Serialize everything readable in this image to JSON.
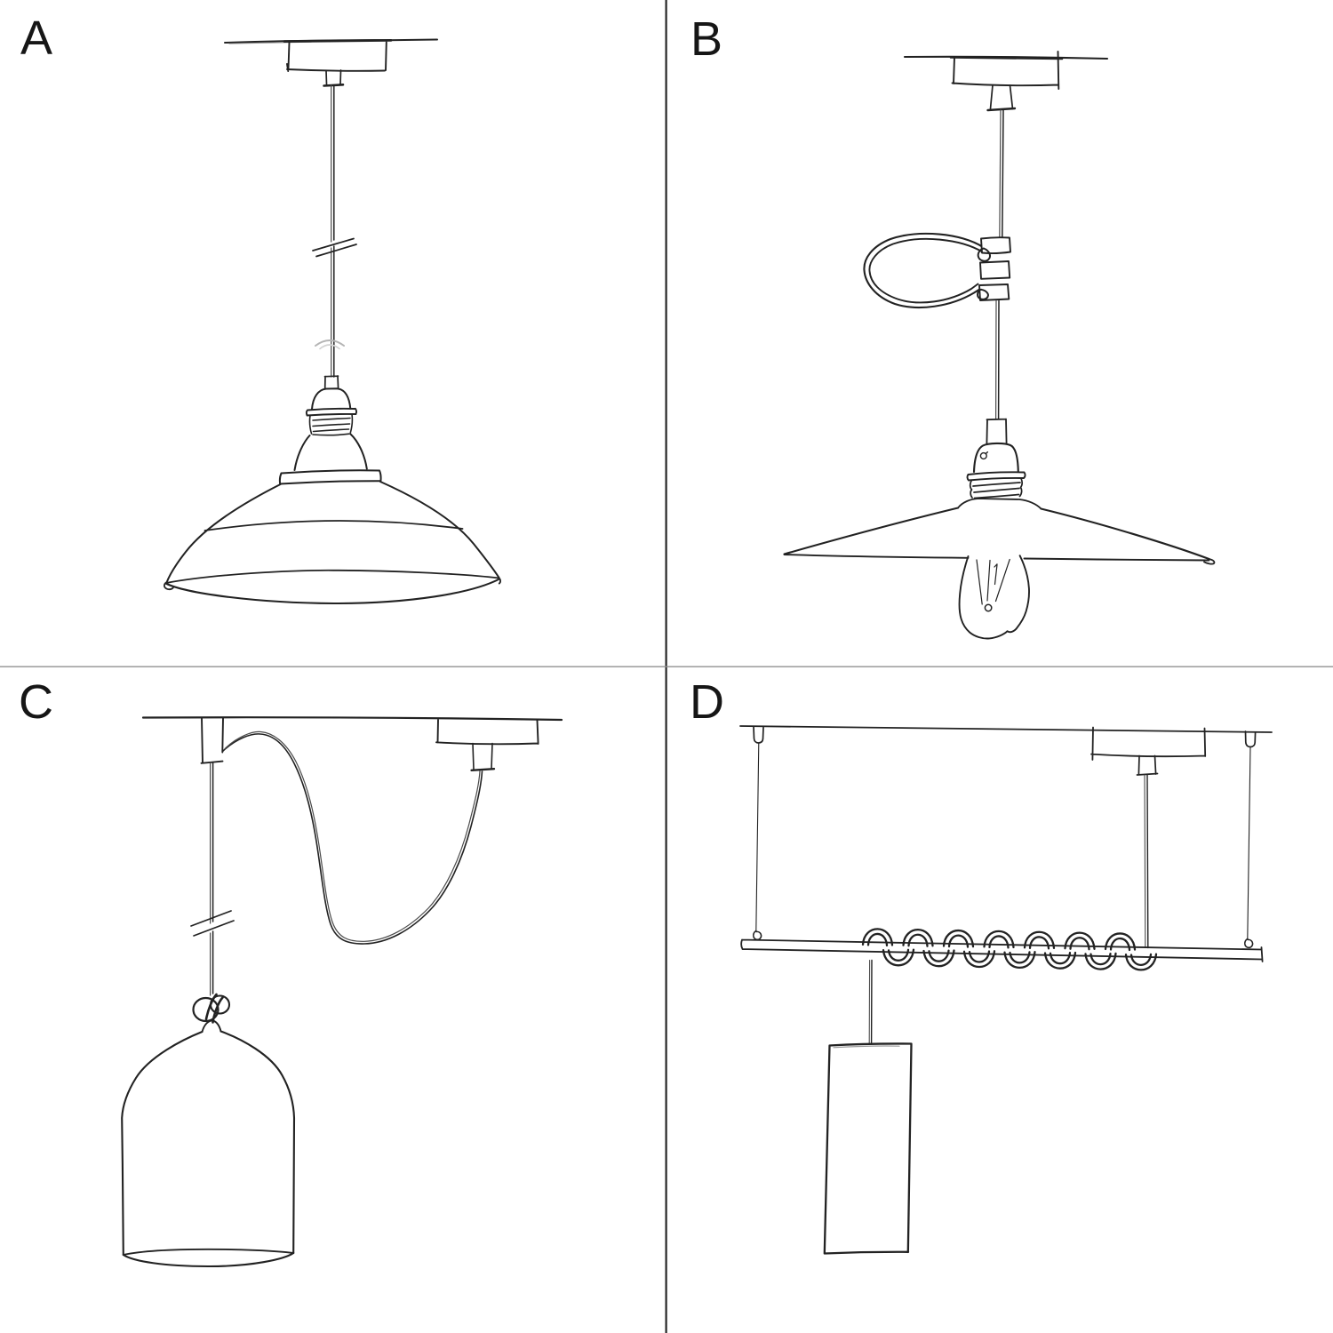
{
  "page": {
    "title": "Pendant lamp hanging options sketch diagram",
    "background": "#ffffff"
  },
  "colors": {
    "ink": "#1f1f1f",
    "soft_ink": "#555555",
    "faint_ink": "#b5b5b5",
    "divider_vertical": "#262626",
    "divider_horizontal": "#909090"
  },
  "panels": [
    {
      "label": "A",
      "description": "Pendant hung straight from a ceiling rose on an adjustable cable with an industrial bowl shade"
    },
    {
      "label": "B",
      "description": "Pendant from a ceiling rose with a strap loop on the cable, flat plate shade and exposed filament bulb"
    },
    {
      "label": "C",
      "description": "Swag pendant: cable from the ceiling rose draped over a ceiling hook, knotted above a bell shade"
    },
    {
      "label": "D",
      "description": "Cable from a ceiling rose coiled around a suspended wooden bar with a cylinder shade hanging below"
    }
  ]
}
